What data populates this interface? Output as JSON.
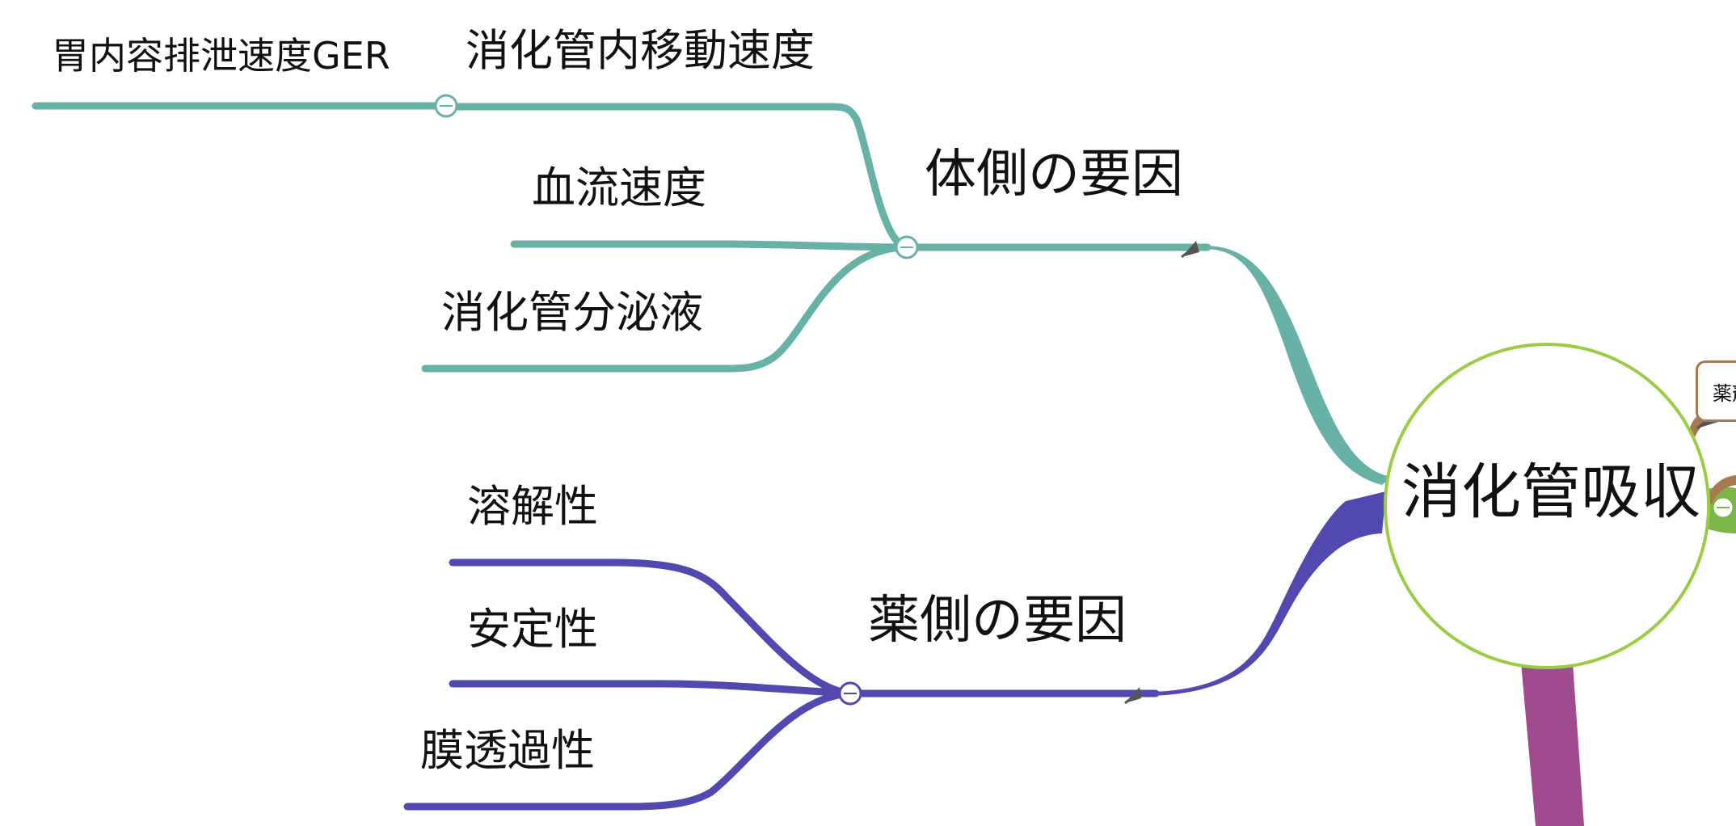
{
  "colors": {
    "teal": "#67b1a6",
    "purple": "#5149b0",
    "green_border": "#9acd45",
    "magenta": "#a04b8f",
    "brown": "#a77b52",
    "green_branch": "#7ab648"
  },
  "central": {
    "label": "消化管吸収"
  },
  "callout": {
    "text": "薬剤"
  },
  "body_factors": {
    "label": "体側の要因",
    "children": {
      "gi_transit": {
        "label": "消化管内移動速度",
        "child": {
          "label": "胃内容排泄速度GER"
        }
      },
      "blood_flow": {
        "label": "血流速度"
      },
      "secretion": {
        "label": "消化管分泌液"
      }
    }
  },
  "drug_factors": {
    "label": "薬側の要因",
    "children": {
      "solubility": {
        "label": "溶解性"
      },
      "stability": {
        "label": "安定性"
      },
      "permeability": {
        "label": "膜透過性"
      }
    }
  },
  "icons": {
    "collapse": "collapse-circle-icon",
    "link": "arrow-link-icon"
  }
}
